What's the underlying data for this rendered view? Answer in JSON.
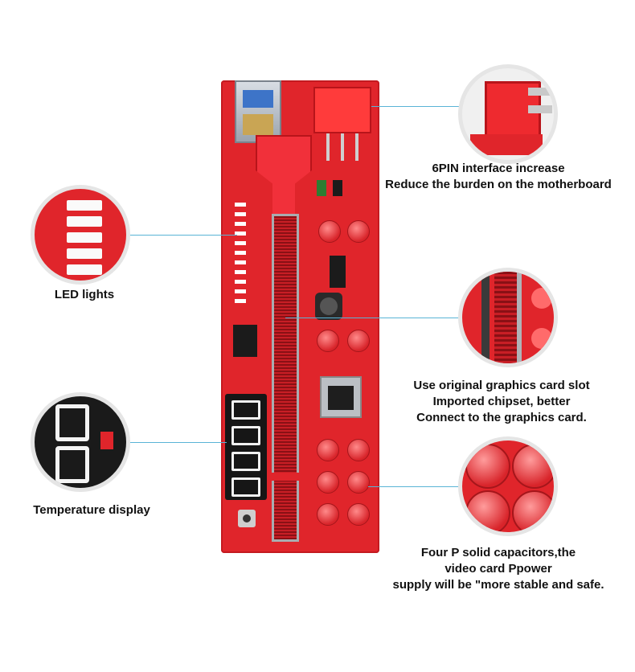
{
  "product": {
    "name": "PCIe riser card",
    "board_color": "#e0252b",
    "accent_line_color": "#5ab4d6"
  },
  "callouts": {
    "sixpin": {
      "lines": [
        "6PIN interface increase",
        "Reduce the burden on the motherboard"
      ]
    },
    "led": {
      "lines": [
        "LED lights"
      ]
    },
    "slot": {
      "lines": [
        "Use original graphics card slot",
        "Imported chipset, better",
        "Connect to the graphics card."
      ]
    },
    "temp": {
      "lines": [
        "Temperature display"
      ]
    },
    "caps": {
      "lines": [
        "Four P solid capacitors,the",
        "video card Ppower",
        "supply will be \"more stable and safe."
      ]
    }
  }
}
